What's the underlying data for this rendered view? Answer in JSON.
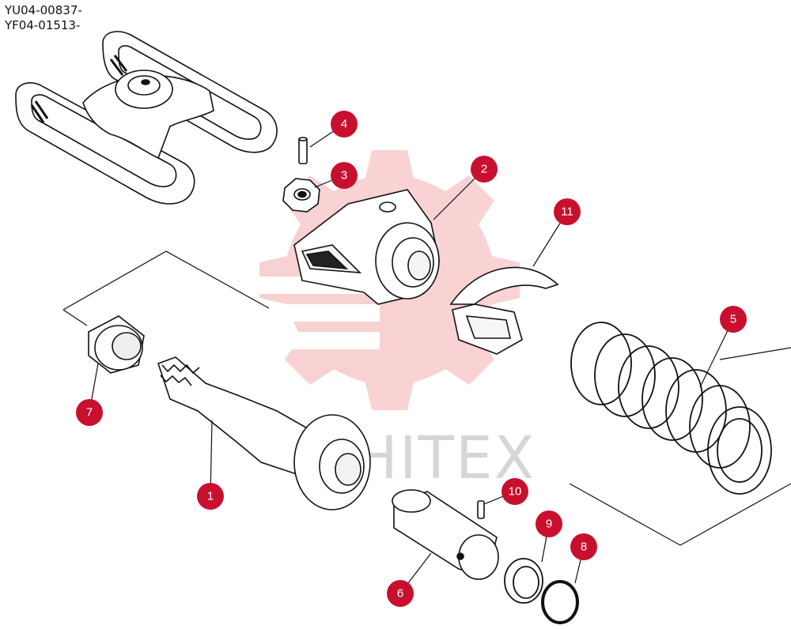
{
  "part_codes": [
    "YU04-00837-",
    "YF04-01513-"
  ],
  "watermark_text": "WHITEX",
  "callout_color": "#c8102e",
  "callouts": [
    {
      "label": "1",
      "part": "idler-yoke-shaft"
    },
    {
      "label": "2",
      "part": "idler-bracket"
    },
    {
      "label": "3",
      "part": "hex-nut"
    },
    {
      "label": "4",
      "part": "bolt"
    },
    {
      "label": "5",
      "part": "recoil-spring"
    },
    {
      "label": "6",
      "part": "piston-pin"
    },
    {
      "label": "7",
      "part": "bushing"
    },
    {
      "label": "8",
      "part": "o-ring"
    },
    {
      "label": "9",
      "part": "seal-ring"
    },
    {
      "label": "10",
      "part": "spring-pin"
    },
    {
      "label": "11",
      "part": "spring-plate"
    }
  ]
}
